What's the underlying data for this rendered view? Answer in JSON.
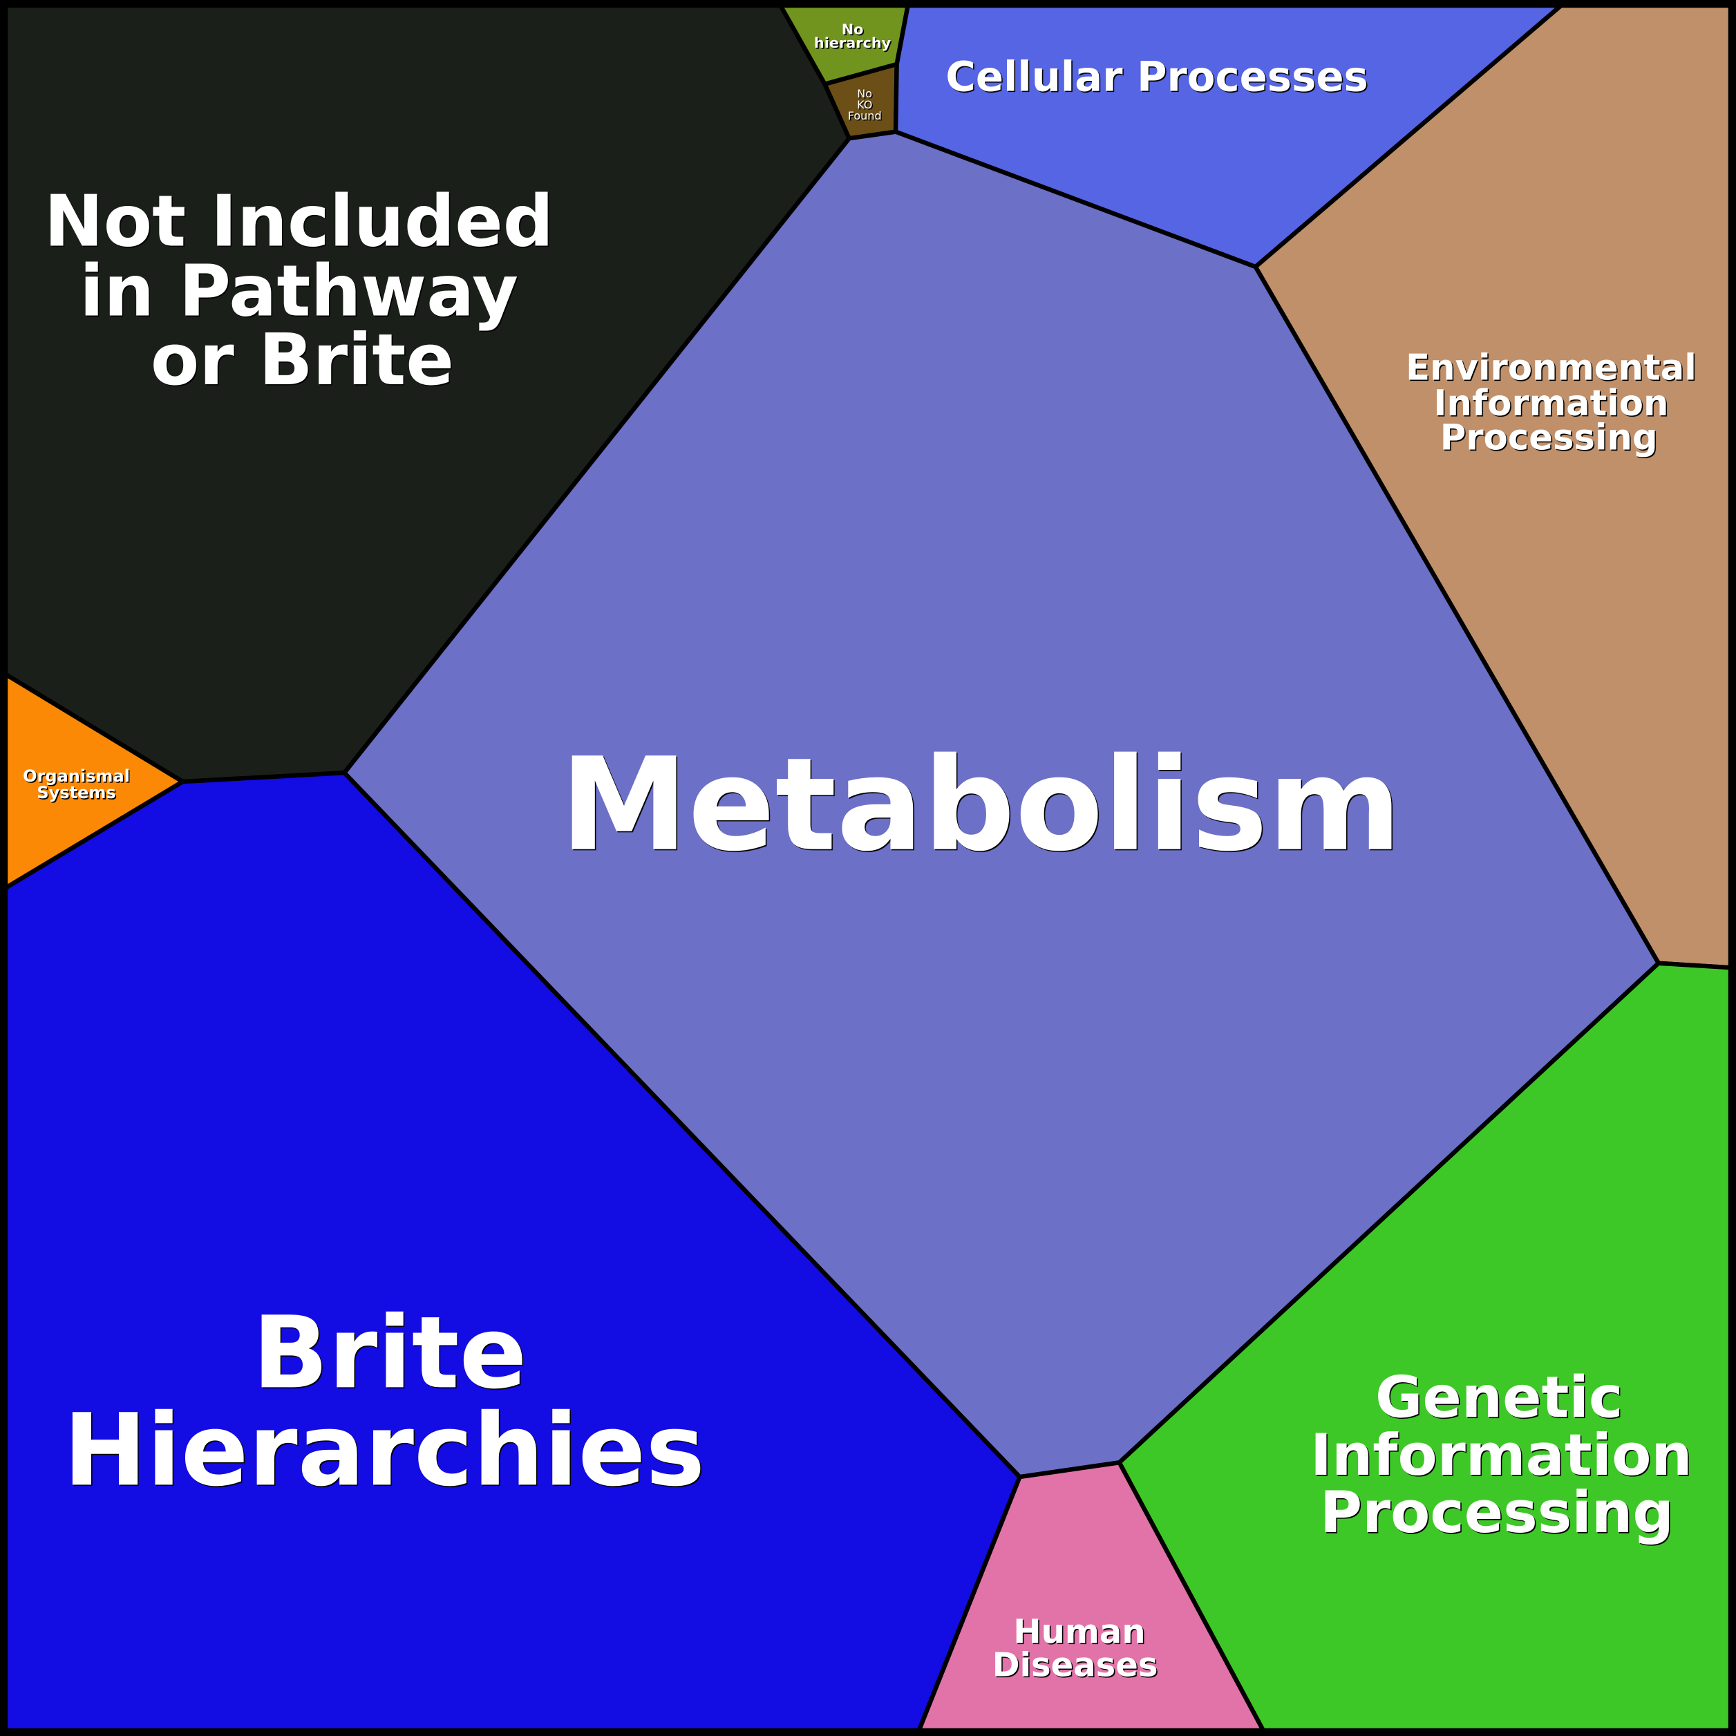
{
  "diagram": {
    "type": "voronoi-treemap",
    "cells": [
      {
        "id": "not-included",
        "lines": [
          "Not Included",
          "in Pathway",
          "or Brite"
        ],
        "color": "#1b1f1a"
      },
      {
        "id": "no-hierarchy",
        "lines": [
          "No",
          "hierarchy"
        ],
        "color": "#70941e"
      },
      {
        "id": "no-ko",
        "lines": [
          "No",
          "KO",
          "Found"
        ],
        "color": "#6b4f16"
      },
      {
        "id": "cellular",
        "lines": [
          "Cellular Processes"
        ],
        "color": "#5565e3"
      },
      {
        "id": "environmental",
        "lines": [
          "Environmental",
          "Information",
          "Processing"
        ],
        "color": "#c0906a"
      },
      {
        "id": "metabolism",
        "lines": [
          "Metabolism"
        ],
        "color": "#6c70c7"
      },
      {
        "id": "genetic",
        "lines": [
          "Genetic",
          "Information",
          "Processing"
        ],
        "color": "#3ec828"
      },
      {
        "id": "human",
        "lines": [
          "Human",
          "Diseases"
        ],
        "color": "#e273a9"
      },
      {
        "id": "brite",
        "lines": [
          "Brite",
          "Hierarchies"
        ],
        "color": "#130ce3"
      },
      {
        "id": "organismal",
        "lines": [
          "Organismal",
          "Systems"
        ],
        "color": "#fb8905"
      }
    ]
  }
}
